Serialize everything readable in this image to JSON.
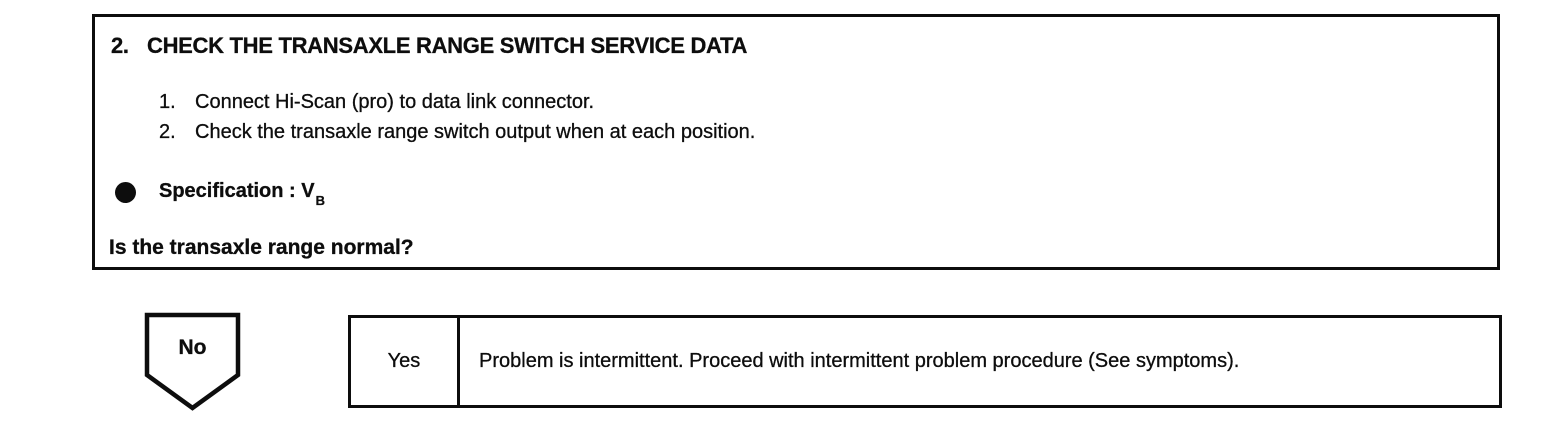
{
  "page": {
    "background_color": "#ffffff",
    "ink_color": "#0d0d0d"
  },
  "procedure_box": {
    "step_number": "2.",
    "title": "CHECK THE TRANSAXLE RANGE SWITCH SERVICE DATA",
    "steps": [
      {
        "number": "1.",
        "text": "Connect Hi-Scan (pro) to data link connector."
      },
      {
        "number": "2.",
        "text": "Check the transaxle range switch output when at each position."
      }
    ],
    "specification": {
      "bullet_icon": "filled-circle",
      "label": "Specification : V",
      "subscript": "B"
    },
    "question": "Is the transaxle range normal?"
  },
  "decision": {
    "no_marker": {
      "shape": "pentagon-arrow-down",
      "label": "No"
    },
    "result_row": {
      "answer": "Yes",
      "instruction": "Problem is intermittent. Proceed with intermittent problem procedure (See symptoms)."
    }
  }
}
